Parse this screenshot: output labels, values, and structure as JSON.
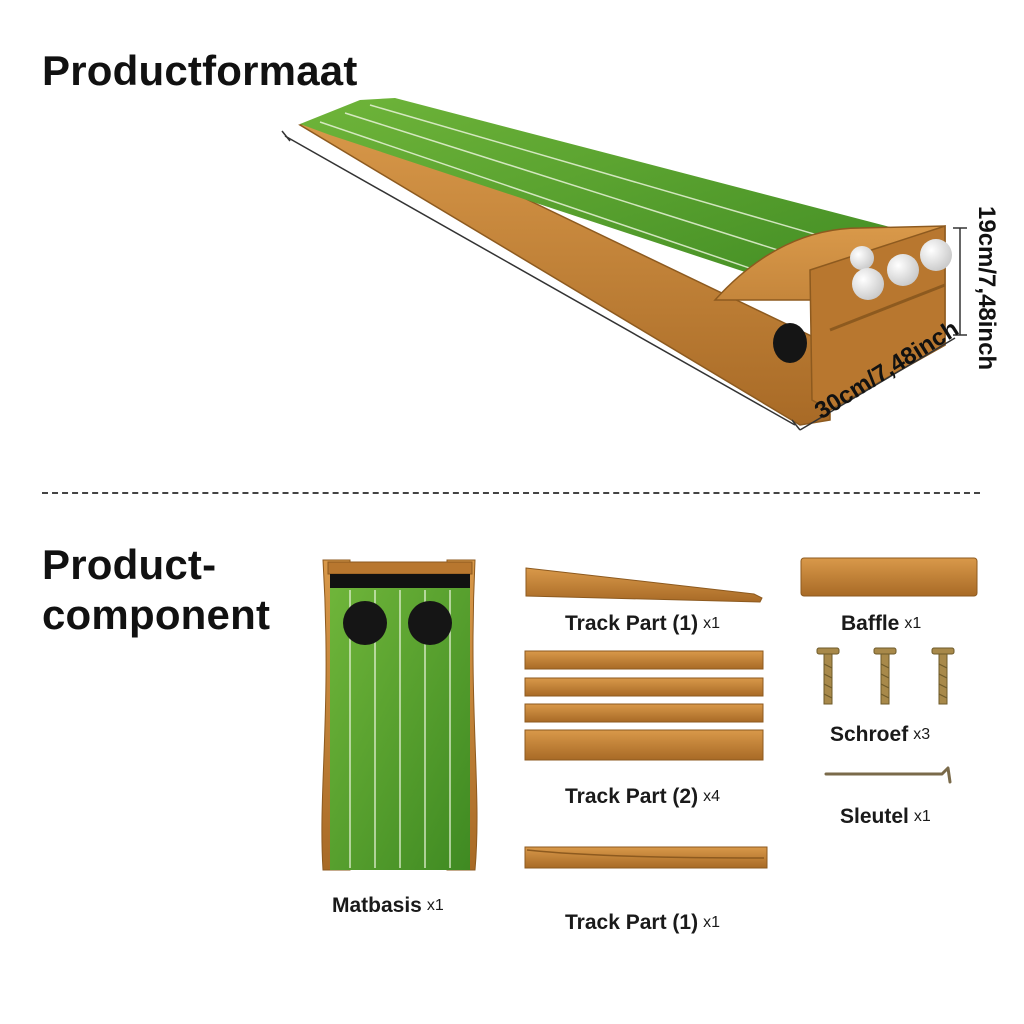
{
  "section_size": {
    "title": "Productformaat",
    "width_label": "30cm/7,48inch",
    "height_label": "19cm/7,48inch"
  },
  "section_components": {
    "title": "Product-\ncomponent",
    "items": [
      {
        "name": "Matbasis",
        "qty": "x1"
      },
      {
        "name": "Track Part (1)",
        "qty": "x1"
      },
      {
        "name": "Track Part (2)",
        "qty": "x4"
      },
      {
        "name": "Track Part (1)",
        "qty": "x1"
      },
      {
        "name": "Baffle",
        "qty": "x1"
      },
      {
        "name": "Schroef",
        "qty": "x3"
      },
      {
        "name": "Sleutel",
        "qty": "x1"
      }
    ]
  },
  "colors": {
    "wood": "#c98a3a",
    "wood_dark": "#8d5a1f",
    "turf": "#4f9d2c",
    "turf_light": "#7cc043",
    "hole": "#151515",
    "ball": "#f2f2f2",
    "screw": "#a8894a"
  }
}
